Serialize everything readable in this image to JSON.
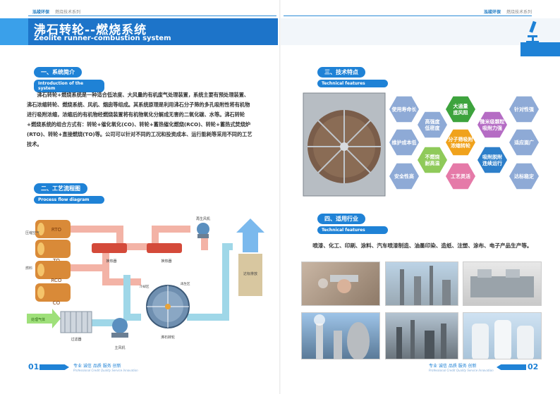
{
  "header": {
    "brand": "泓竣环保",
    "series": "燃烧技术系列"
  },
  "title": {
    "cn": "沸石转轮--燃烧系统",
    "en": "Zeolite runner-combustion system"
  },
  "sections": {
    "intro": {
      "num": "一、系统简介",
      "en": "Introduction of the system"
    },
    "flow": {
      "num": "二、工艺流程图",
      "en": "Process flow diagram"
    },
    "tech": {
      "num": "三、技术特点",
      "en": "Technical features"
    },
    "apps": {
      "num": "四、适用行业",
      "en": "Technical features"
    }
  },
  "intro_text": "沸石转轮+燃烧系统是一种适合低浓度、大风量的有机废气处理装置，系统主要有预处理装置、沸石浓缩转轮、燃烧系统、风机、烟囱等组成。其系统原理是利用沸石分子筛的多孔吸附性将有机物进行吸附浓缩，浓缩后的有机物经燃烧装置将有机物氧化分解成无害的二氧化碳、水等。沸石转轮+燃烧系统的组合方式有：转轮+催化氧化(CO)、转轮+蓄热催化燃烧(RCO)、转轮+蓄热式焚烧炉(RTO)、转轮+直接燃烧(TO)等。公司可以针对不同的工况和投资成本、运行能耗等采用不同的工艺技术。",
  "flow": {
    "tanks": [
      "RTO",
      "TO",
      "RCO",
      "CO"
    ],
    "side_labels": [
      "压缩空气",
      "燃料"
    ],
    "heat_exchangers": [
      "换热器",
      "换热器"
    ],
    "regen_fan": "再生风机",
    "chimney": "达标排放",
    "inlet": "处理气体",
    "filter": "过滤器",
    "main_fan": "主风机",
    "rotor": "沸石转轮",
    "rotor_zones": [
      "冷却区",
      "再生区"
    ]
  },
  "features": [
    {
      "label": "使用寿命长",
      "color": "#8eaad6"
    },
    {
      "label": "高强度低密度",
      "color": "#8eaad6"
    },
    {
      "label": "大通量底风阻",
      "color": "#3da33d"
    },
    {
      "label": "微米级颗粒吸附力强",
      "color": "#b56cc4"
    },
    {
      "label": "针对性强",
      "color": "#8eaad6"
    },
    {
      "label": "维护成本低",
      "color": "#8eaad6"
    },
    {
      "label": "分子筛吸附浓缩转轮",
      "color": "#f0a21c"
    },
    {
      "label": "适应面广",
      "color": "#8eaad6"
    },
    {
      "label": "不燃烧耐高温",
      "color": "#8fca5a"
    },
    {
      "label": "吸附脱附连续运行",
      "color": "#2d7fca"
    },
    {
      "label": "安全性高",
      "color": "#8eaad6"
    },
    {
      "label": "工艺灵活",
      "color": "#e57aa8"
    },
    {
      "label": "达标稳定",
      "color": "#8eaad6"
    }
  ],
  "apps_text": "喷漆、化工、印刷、涂料、汽车喷漆制造、油墨印染、造纸、注塑、涂布、电子产品生产等。",
  "footer": {
    "left_page": "01",
    "right_page": "02",
    "slogan": "专业 诚信 品质 服务 创新",
    "slogan_en": "Professional Credit Quality Service Innovation"
  }
}
